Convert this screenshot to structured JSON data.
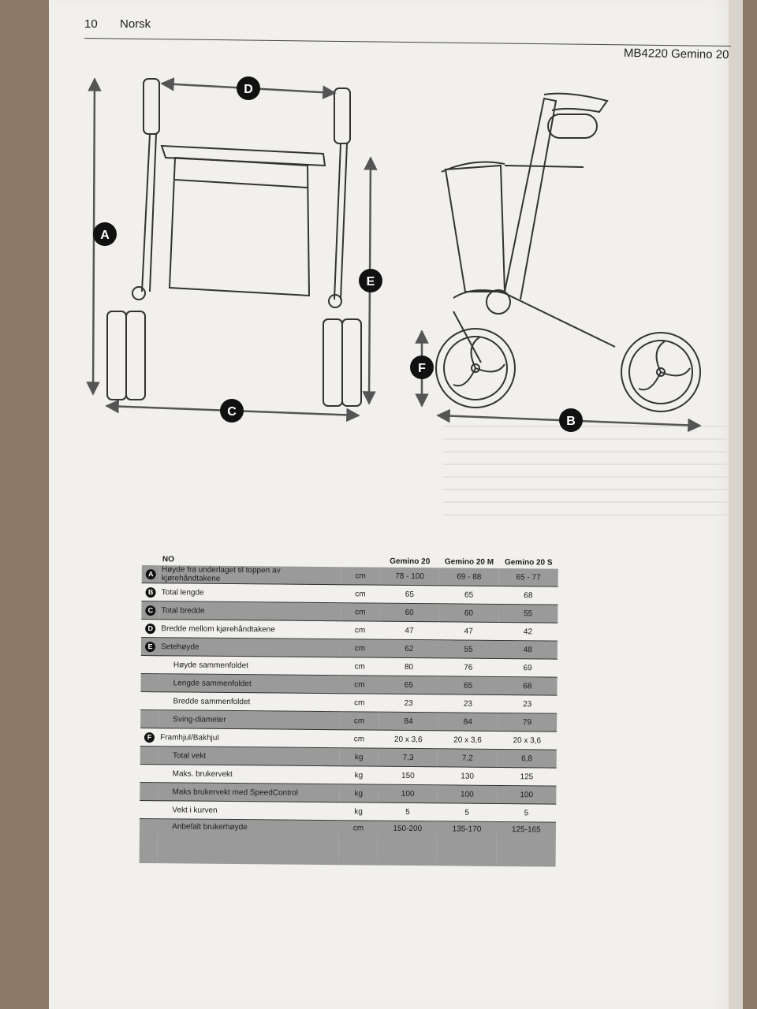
{
  "header": {
    "page_number": "10",
    "language": "Norsk",
    "model": "MB4220  Gemino 20"
  },
  "diagram_labels": {
    "a": "A",
    "b": "B",
    "c": "C",
    "d": "D",
    "e": "E",
    "f": "F"
  },
  "table": {
    "col_headers": [
      "NO",
      "Gemino 20",
      "Gemino 20 M",
      "Gemino 20 S"
    ],
    "rows": [
      {
        "mark": "A",
        "label": "Høyde fra underlaget til toppen av kjørehåndtakene",
        "unit": "cm",
        "v1": "78 - 100",
        "v2": "69 - 88",
        "v3": "65 - 77",
        "shade": true
      },
      {
        "mark": "B",
        "label": "Total lengde",
        "unit": "cm",
        "v1": "65",
        "v2": "65",
        "v3": "68",
        "shade": false
      },
      {
        "mark": "C",
        "label": "Total bredde",
        "unit": "cm",
        "v1": "60",
        "v2": "60",
        "v3": "55",
        "shade": true
      },
      {
        "mark": "D",
        "label": "Bredde mellom kjørehåndtakene",
        "unit": "cm",
        "v1": "47",
        "v2": "47",
        "v3": "42",
        "shade": false
      },
      {
        "mark": "E",
        "label": "Setehøyde",
        "unit": "cm",
        "v1": "62",
        "v2": "55",
        "v3": "48",
        "shade": true
      },
      {
        "mark": "",
        "label": "Høyde sammenfoldet",
        "unit": "cm",
        "v1": "80",
        "v2": "76",
        "v3": "69",
        "shade": false
      },
      {
        "mark": "",
        "label": "Lengde sammenfoldet",
        "unit": "cm",
        "v1": "65",
        "v2": "65",
        "v3": "68",
        "shade": true
      },
      {
        "mark": "",
        "label": "Bredde sammenfoldet",
        "unit": "cm",
        "v1": "23",
        "v2": "23",
        "v3": "23",
        "shade": false
      },
      {
        "mark": "",
        "label": "Sving-diameter",
        "unit": "cm",
        "v1": "84",
        "v2": "84",
        "v3": "79",
        "shade": true
      },
      {
        "mark": "F",
        "label": "Framhjul/Bakhjul",
        "unit": "cm",
        "v1": "20 x 3,6",
        "v2": "20 x 3,6",
        "v3": "20 x 3,6",
        "shade": false
      },
      {
        "mark": "",
        "label": "Total vekt",
        "unit": "kg",
        "v1": "7,3",
        "v2": "7,2",
        "v3": "6,8",
        "shade": true
      },
      {
        "mark": "",
        "label": "Maks. brukervekt",
        "unit": "kg",
        "v1": "150",
        "v2": "130",
        "v3": "125",
        "shade": false
      },
      {
        "mark": "",
        "label": "Maks brukervekt med SpeedControl",
        "unit": "kg",
        "v1": "100",
        "v2": "100",
        "v3": "100",
        "shade": true
      },
      {
        "mark": "",
        "label": "Vekt i kurven",
        "unit": "kg",
        "v1": "5",
        "v2": "5",
        "v3": "5",
        "shade": false
      },
      {
        "mark": "",
        "label": "Anbefalt brukerhøyde",
        "unit": "cm",
        "v1": "150-200",
        "v2": "135-170",
        "v3": "125-165",
        "shade": true
      }
    ]
  }
}
